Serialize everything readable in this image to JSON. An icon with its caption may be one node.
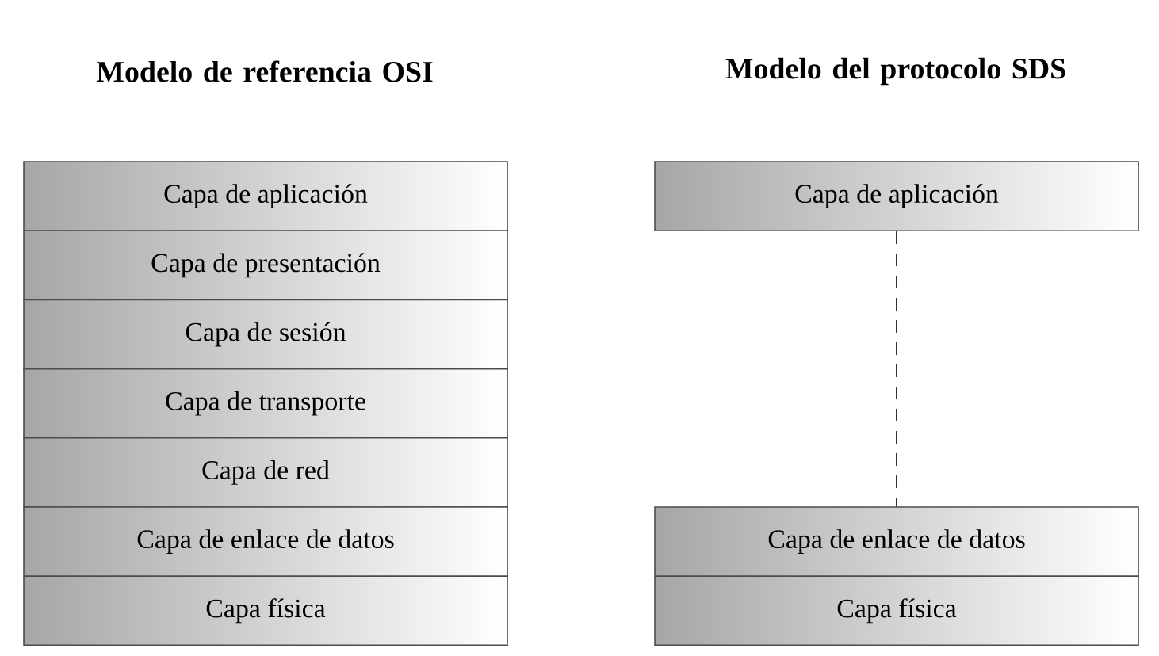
{
  "diagram": {
    "nodes": [
      {
        "text": [
          "Capa de aplicación"
        ]
      },
      {
        "text": [
          "Capa de presentación"
        ]
      },
      {
        "text": [
          "Capa de sesión"
        ]
      },
      {
        "text": [
          "Capa de transporte"
        ]
      },
      {
        "text": [
          "Capa de red"
        ]
      },
      {
        "text": [
          "Capa de enlace de datos"
        ]
      },
      {
        "text": [
          "Capa física"
        ]
      },
      {
        "text": [
          "Capa de aplicación"
        ]
      },
      {
        "text": [
          "Capa de enlace de datos"
        ]
      },
      {
        "text": [
          "Capa física"
        ]
      }
    ],
    "edges": [
      {
        "from": 7,
        "to": 8,
        "arrow": "none",
        "style": "dashed"
      }
    ],
    "labels": [
      "Modelo de referencia OSI",
      "Modelo del protocolo SDS"
    ]
  }
}
